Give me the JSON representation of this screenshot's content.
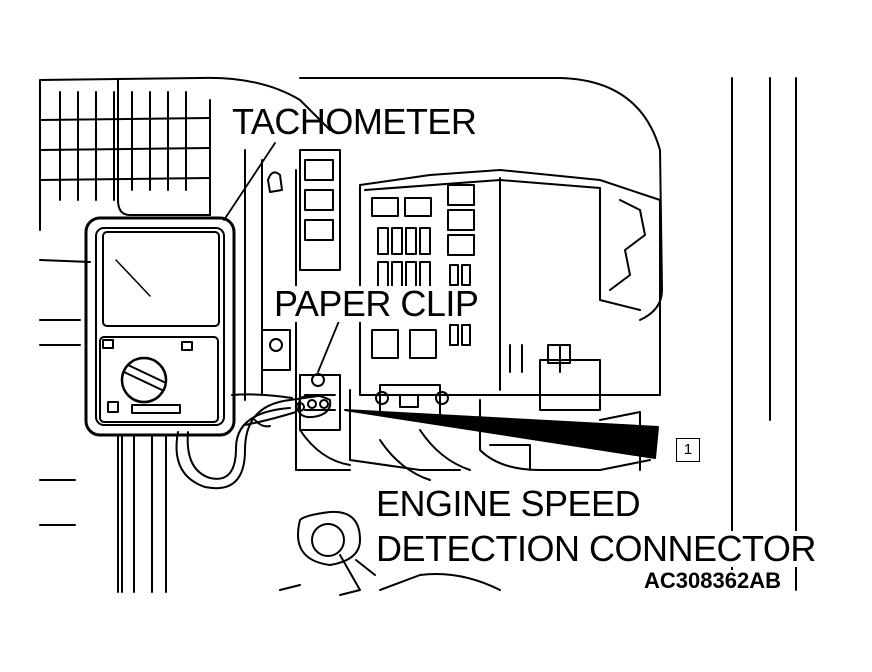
{
  "labels": {
    "tachometer": "TACHOMETER",
    "paper_clip": "PAPER CLIP",
    "connector_line1": "ENGINE SPEED",
    "connector_line2": "DETECTION CONNECTOR",
    "figure_code": "AC308362AB",
    "callout_number": "1"
  },
  "colors": {
    "ink": "#000000",
    "paper": "#ffffff"
  }
}
